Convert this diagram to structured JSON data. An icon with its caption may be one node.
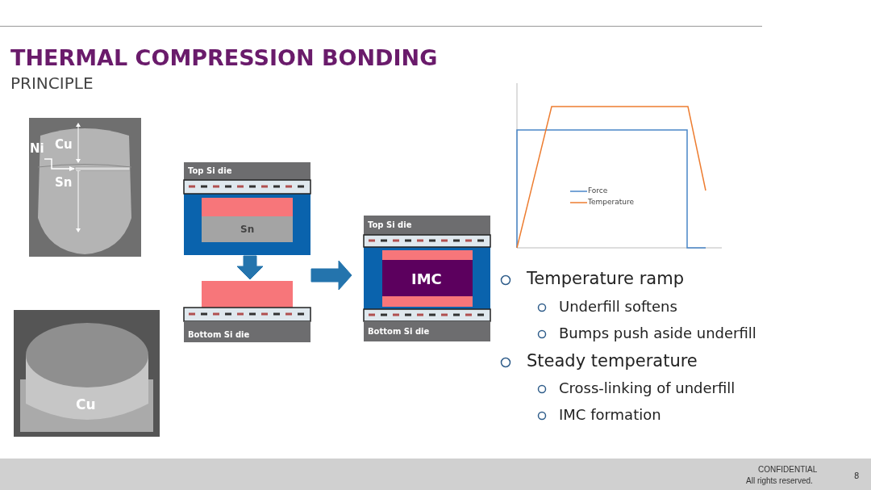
{
  "diagram": {
    "title": "THERMAL COMPRESSION BONDING",
    "nodes": [
      {
        "text": [
          "Top Si die",
          "Sn"
        ]
      },
      {
        "text": [
          "Bottom Si die"
        ]
      },
      {
        "text": [
          "Top Si die",
          "IMC",
          "Bottom Si die"
        ]
      },
      {
        "text": [
          "Ni"
        ]
      },
      {
        "text": [],
        "shape": "bar"
      }
    ],
    "edges": [
      {
        "from": 0,
        "to": 1,
        "arrow": "to"
      },
      {
        "from": 1,
        "to": 2,
        "arrow": "to"
      },
      {
        "from": 3,
        "to": 4,
        "arrow": "to"
      }
    ],
    "labels": [
      "PRINCIPLE",
      "Cu",
      "Sn",
      "Cu",
      "Temperature ramp",
      "Underfill softens",
      "Bumps push aside underfill",
      "Steady temperature",
      "Cross-linking of underfill",
      "IMC formation",
      "CONFIDENTIAL",
      "All rights reserved.",
      "8"
    ],
    "legend": [
      {
        "text": "Force"
      },
      {
        "text": "Temperature"
      }
    ]
  }
}
